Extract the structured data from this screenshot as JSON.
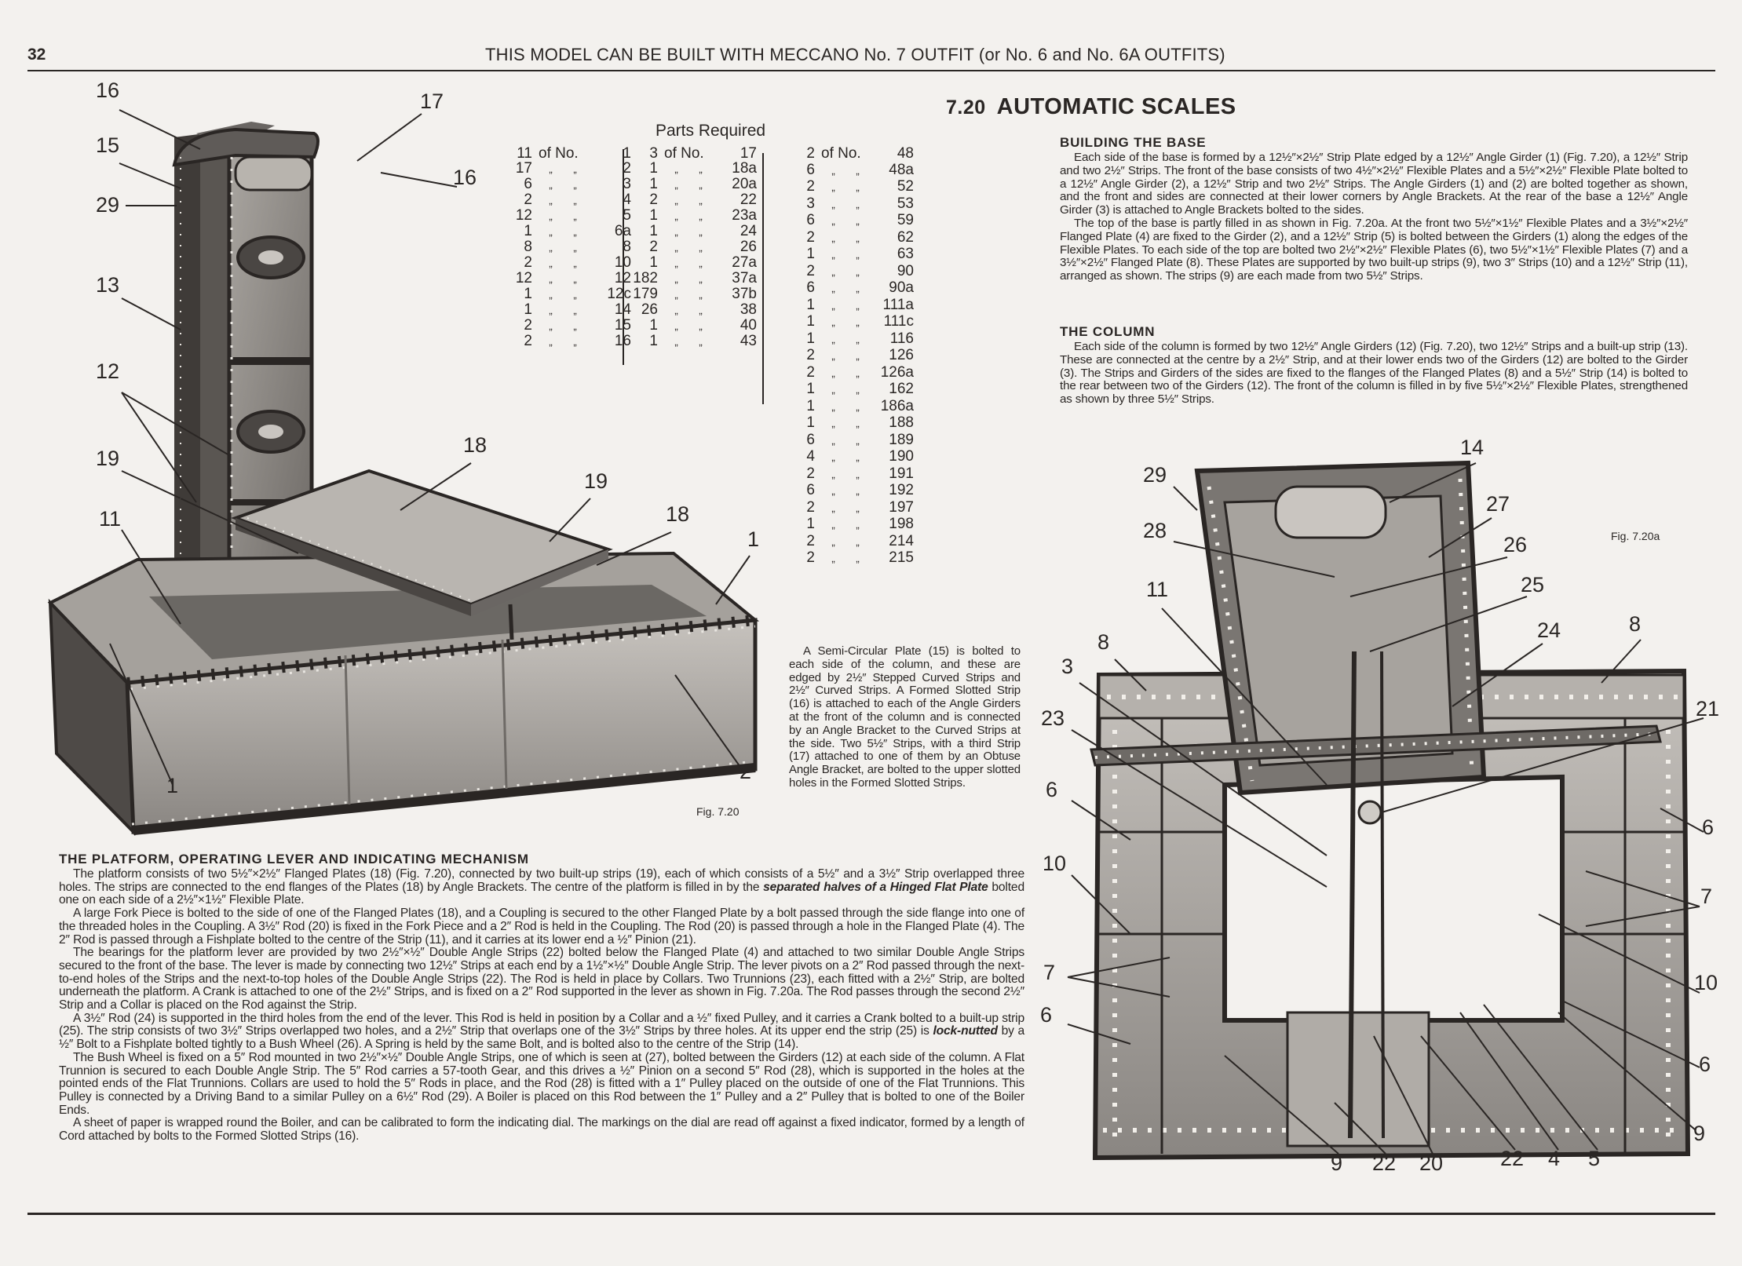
{
  "page_number": "32",
  "running_head": "THIS MODEL CAN BE BUILT WITH MECCANO No. 7 OUTFIT (or No. 6 and No. 6A OUTFITS)",
  "title": {
    "number": "7.20",
    "text": "AUTOMATIC SCALES"
  },
  "parts": {
    "heading": "Parts Required",
    "of_no": "of No.",
    "ditto": "„",
    "columns": [
      [
        {
          "qty": "11",
          "no": "1"
        },
        {
          "qty": "17",
          "no": "2"
        },
        {
          "qty": "6",
          "no": "3"
        },
        {
          "qty": "2",
          "no": "4"
        },
        {
          "qty": "12",
          "no": "5"
        },
        {
          "qty": "1",
          "no": "6a"
        },
        {
          "qty": "8",
          "no": "8"
        },
        {
          "qty": "2",
          "no": "10"
        },
        {
          "qty": "12",
          "no": "12"
        },
        {
          "qty": "1",
          "no": "12c"
        },
        {
          "qty": "1",
          "no": "14"
        },
        {
          "qty": "2",
          "no": "15"
        },
        {
          "qty": "2",
          "no": "16"
        }
      ],
      [
        {
          "qty": "3",
          "no": "17"
        },
        {
          "qty": "1",
          "no": "18a"
        },
        {
          "qty": "1",
          "no": "20a"
        },
        {
          "qty": "2",
          "no": "22"
        },
        {
          "qty": "1",
          "no": "23a"
        },
        {
          "qty": "1",
          "no": "24"
        },
        {
          "qty": "2",
          "no": "26"
        },
        {
          "qty": "1",
          "no": "27a"
        },
        {
          "qty": "182",
          "no": "37a"
        },
        {
          "qty": "179",
          "no": "37b"
        },
        {
          "qty": "26",
          "no": "38"
        },
        {
          "qty": "1",
          "no": "40"
        },
        {
          "qty": "1",
          "no": "43"
        }
      ],
      [
        {
          "qty": "2",
          "no": "48"
        },
        {
          "qty": "6",
          "no": "48a"
        },
        {
          "qty": "2",
          "no": "52"
        },
        {
          "qty": "3",
          "no": "53"
        },
        {
          "qty": "6",
          "no": "59"
        },
        {
          "qty": "2",
          "no": "62"
        },
        {
          "qty": "1",
          "no": "63"
        },
        {
          "qty": "2",
          "no": "90"
        },
        {
          "qty": "6",
          "no": "90a"
        },
        {
          "qty": "1",
          "no": "111a"
        },
        {
          "qty": "1",
          "no": "111c"
        },
        {
          "qty": "1",
          "no": "116"
        },
        {
          "qty": "2",
          "no": "126"
        },
        {
          "qty": "2",
          "no": "126a"
        },
        {
          "qty": "1",
          "no": "162"
        },
        {
          "qty": "1",
          "no": "186a"
        },
        {
          "qty": "1",
          "no": "188"
        },
        {
          "qty": "6",
          "no": "189"
        },
        {
          "qty": "4",
          "no": "190"
        },
        {
          "qty": "2",
          "no": "191"
        },
        {
          "qty": "6",
          "no": "192"
        },
        {
          "qty": "2",
          "no": "197"
        },
        {
          "qty": "1",
          "no": "198"
        },
        {
          "qty": "2",
          "no": "214"
        },
        {
          "qty": "2",
          "no": "215"
        }
      ]
    ]
  },
  "sections": {
    "base": {
      "heading": "BUILDING THE BASE",
      "paragraphs": [
        "Each side of the base is formed by a 12½″×2½″ Strip Plate edged by a 12½″ Angle Girder (1) (Fig. 7.20), a 12½″ Strip and two 2½″ Strips. The front of the base consists of two 4½″×2½″ Flexible Plates and a 5½″×2½″ Flexible Plate bolted to a 12½″ Angle Girder (2), a 12½″ Strip and two 2½″ Strips. The Angle Girders (1) and (2) are bolted together as shown, and the front and sides are connected at their lower corners by Angle Brackets. At the rear of the base a 12½″ Angle Girder (3) is attached to Angle Brackets bolted to the sides.",
        "The top of the base is partly filled in as shown in Fig. 7.20a. At the front two 5½″×1½″ Flexible Plates and a 3½″×2½″ Flanged Plate (4) are fixed to the Girder (2), and a 12½″ Strip (5) is bolted between the Girders (1) along the edges of the Flexible Plates. To each side of the top are bolted two 2½″×2½″ Flexible Plates (6), two 5½″×1½″ Flexible Plates (7) and a 3½″×2½″ Flanged Plate (8). These Plates are supported by two built-up strips (9), two 3″ Strips (10) and a 12½″ Strip (11), arranged as shown. The strips (9) are each made from two 5½″ Strips."
      ]
    },
    "column": {
      "heading": "THE COLUMN",
      "paragraphs": [
        "Each side of the column is formed by two 12½″ Angle Girders (12) (Fig. 7.20), two 12½″ Strips and a built-up strip (13). These are connected at the centre by a 2½″ Strip, and at their lower ends two of the Girders (12) are bolted to the Girder (3). The Strips and Girders of the sides are fixed to the flanges of the Flanged Plates (8) and a 5½″ Strip (14) is bolted to the rear between two of the Girders (12). The front of the column is filled in by five 5½″×2½″ Flexible Plates, strengthened as shown by three 5½″ Strips."
      ]
    },
    "semicircular": {
      "paragraphs": [
        "A Semi-Circular Plate (15) is bolted to each side of the column, and these are edged by 2½″ Stepped Curved Strips and 2½″ Curved Strips. A Formed Slotted Strip (16) is attached to each of the Angle Girders at the front of the column and is connected by an Angle Bracket to the Curved Strips at the side. Two 5½″ Strips, with a third Strip (17) attached to one of them by an Obtuse Angle Bracket, are bolted to the upper slotted holes in the Formed Slotted Strips."
      ]
    },
    "platform": {
      "heading": "THE PLATFORM, OPERATING LEVER AND INDICATING MECHANISM",
      "p1_a": "The platform consists of two 5½″×2½″ Flanged Plates (18) (Fig. 7.20), connected by two built-up strips (19), each of which consists of a 5½″ and a 3½″ Strip overlapped three holes. The strips are connected to the end flanges of the Plates (18) by Angle Brackets. The centre of the platform is filled in by the ",
      "p1_em": "separated halves of a Hinged Flat Plate",
      "p1_b": " bolted one on each side of a 2½″×1½″ Flexible Plate.",
      "p2": "A large Fork Piece is bolted to the side of one of the Flanged Plates (18), and a Coupling is secured to the other Flanged Plate by a bolt passed through the side flange into one of the threaded holes in the Coupling. A 3½″ Rod (20) is fixed in the Fork Piece and a 2″ Rod is held in the Coupling. The Rod (20) is passed through a hole in the Flanged Plate (4). The 2″ Rod is passed through a Fishplate bolted to the centre of the Strip (11), and it carries at its lower end a ½″ Pinion (21).",
      "p3": "The bearings for the platform lever are provided by two 2½″×½″ Double Angle Strips (22) bolted below the Flanged Plate (4) and attached to two similar Double Angle Strips secured to the front of the base. The lever is made by connecting two 12½″ Strips at each end by a 1½″×½″ Double Angle Strip. The lever pivots on a 2″ Rod passed through the next-to-end holes of the Strips and the next-to-top holes of the Double Angle Strips (22). The Rod is held in place by Collars. Two Trunnions (23), each fitted with a 2½″ Strip, are bolted underneath the platform. A Crank is attached to one of the 2½″ Strips, and is fixed on a 2″ Rod supported in the lever as shown in Fig. 7.20a. The Rod passes through the second 2½″ Strip and a Collar is placed on the Rod against the Strip.",
      "p4_a": "A 3½″ Rod (24) is supported in the third holes from the end of the lever. This Rod is held in position by a Collar and a ½″ fixed Pulley, and it carries a Crank bolted to a built-up strip (25). The strip consists of two 3½″ Strips overlapped two holes, and a 2½″ Strip that overlaps one of the 3½″ Strips by three holes. At its upper end the strip (25) is ",
      "p4_em": "lock-nutted",
      "p4_b": " by a ½″ Bolt to a Fishplate bolted tightly to a Bush Wheel (26). A Spring is held by the same Bolt, and is bolted also to the centre of the Strip (14).",
      "p5": "The Bush Wheel is fixed on a 5″ Rod mounted in two 2½″×½″ Double Angle Strips, one of which is seen at (27), bolted between the Girders (12) at each side of the column. A Flat Trunnion is secured to each Double Angle Strip. The 5″ Rod carries a 57-tooth Gear, and this drives a ½″ Pinion on a second 5″ Rod (28), which is supported in the holes at the pointed ends of the Flat Trunnions. Collars are used to hold the 5″ Rods in place, and the Rod (28) is fitted with a 1″ Pulley placed on the outside of one of the Flat Trunnions. This Pulley is connected by a Driving Band to a similar Pulley on a 6½″ Rod (29). A Boiler is placed on this Rod between the 1″ Pulley and a 2″ Pulley that is bolted to one of the Boiler Ends.",
      "p6": "A sheet of paper is wrapped round the Boiler, and can be calibrated to form the indicating dial. The markings on the dial are read off against a fixed indicator, formed by a length of Cord attached by bolts to the Formed Slotted Strips (16)."
    }
  },
  "figures": {
    "fig1_label": "Fig. 7.20",
    "fig2_label": "Fig. 7.20a",
    "fig1_callouts": [
      "16",
      "17",
      "15",
      "16",
      "29",
      "13",
      "12",
      "19",
      "18",
      "19",
      "18",
      "11",
      "1",
      "2",
      "1"
    ],
    "fig2_callouts": [
      "29",
      "14",
      "27",
      "28",
      "26",
      "11",
      "25",
      "24",
      "8",
      "8",
      "3",
      "21",
      "23",
      "6",
      "6",
      "10",
      "7",
      "7",
      "10",
      "6",
      "6",
      "9",
      "9",
      "22",
      "20",
      "22",
      "4",
      "5"
    ]
  },
  "colors": {
    "paper": "#f3f1ee",
    "ink": "#2a2624",
    "metal": "#8d8a86",
    "metal_dark": "#4a4643"
  }
}
